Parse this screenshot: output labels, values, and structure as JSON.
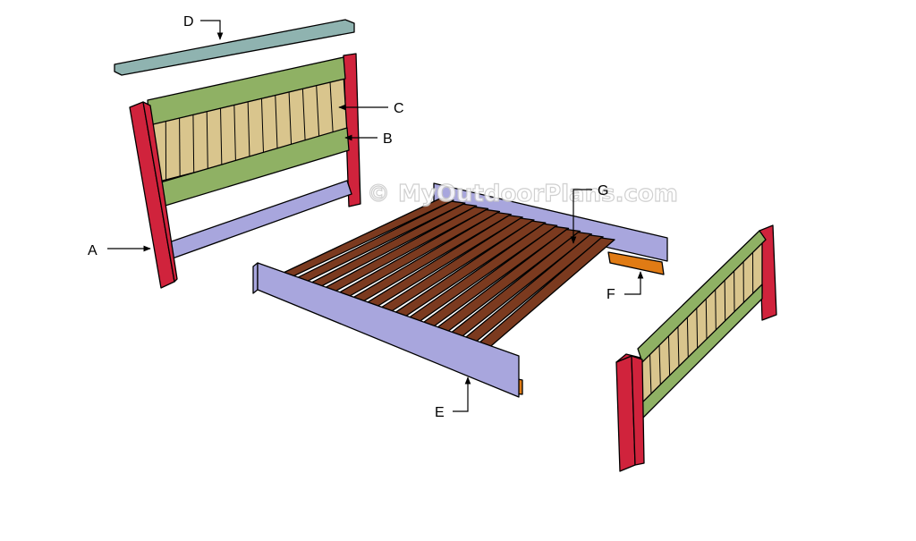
{
  "watermark": "© MyOutdoorPlans.com",
  "colors": {
    "legs": "#d0233c",
    "rails": "#8fb164",
    "slats_panel": "#d9c58d",
    "top_cap": "#8fb3b0",
    "side_rails": "#a8a6dd",
    "cleats": "#e07b14",
    "bed_slats": "#7b3a1f"
  },
  "labels": [
    {
      "id": "A",
      "text": "A"
    },
    {
      "id": "B",
      "text": "B"
    },
    {
      "id": "C",
      "text": "C"
    },
    {
      "id": "D",
      "text": "D"
    },
    {
      "id": "E",
      "text": "E"
    },
    {
      "id": "F",
      "text": "F"
    },
    {
      "id": "G",
      "text": "G"
    }
  ]
}
